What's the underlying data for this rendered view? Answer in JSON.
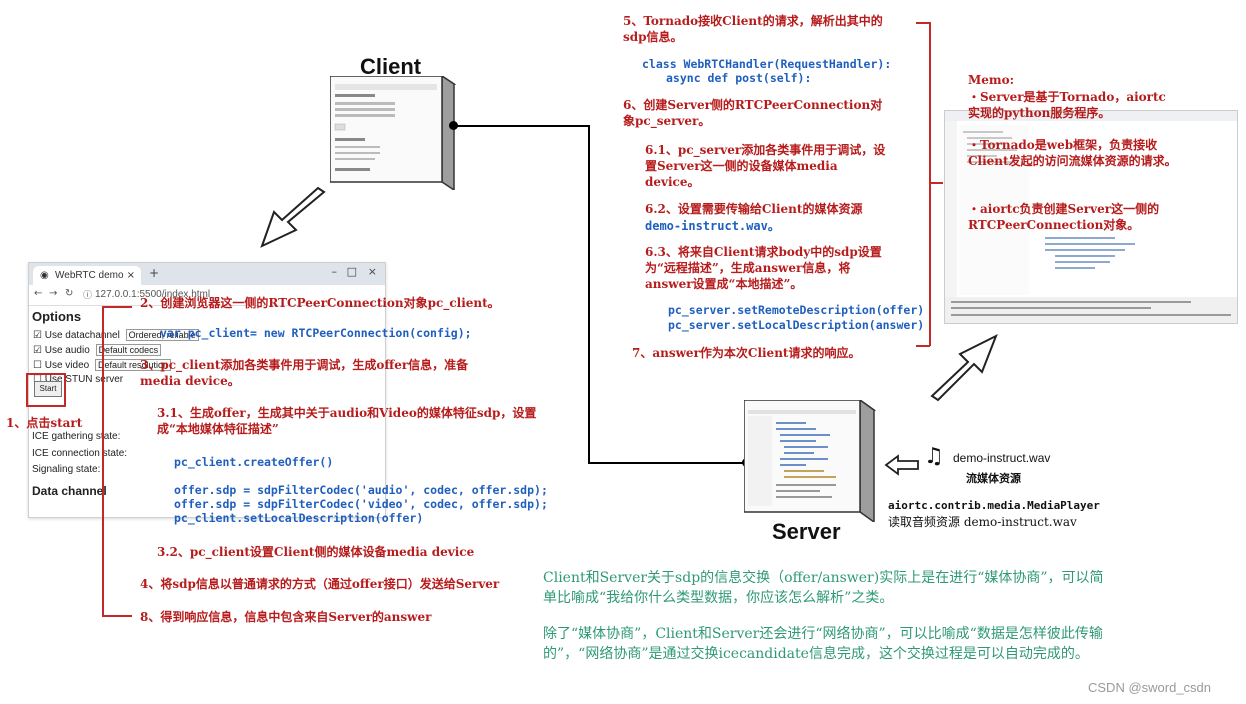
{
  "client_title": "Client",
  "server_title": "Server",
  "browser": {
    "tab_title": "WebRTC demo",
    "address": "127.0.0.1:5500/index.html",
    "options_heading": "Options",
    "datachannel_label": "Use datachannel",
    "datachannel_value": "Ordered, reliable",
    "audio_label": "Use audio",
    "audio_value": "Default codecs",
    "video_label": "Use video",
    "video_value": "Default resolution",
    "stun_label": "Use STUN server",
    "start_label": "Start",
    "ice_gathering": "ICE gathering state:",
    "ice_connection": "ICE connection state:",
    "signaling": "Signaling state:",
    "data_channel_heading": "Data channel"
  },
  "left_steps": {
    "s1": "1、点击start",
    "s2": "2、创建浏览器这一侧的RTCPeerConnection对象pc_client。",
    "s2_code": "var pc_client= new RTCPeerConnection(config);",
    "s3": "3、pc_client添加各类事件用于调试，生成offer信息，准备media device。",
    "s3_1": "3.1、生成offer，生成其中关于audio和Video的媒体特征sdp，设置成“本地媒体特征描述”",
    "code_create_offer": "pc_client.createOffer()",
    "code_filter_audio": "offer.sdp = sdpFilterCodec('audio', codec, offer.sdp);",
    "code_filter_video": "offer.sdp = sdpFilterCodec('video', codec, offer.sdp);",
    "code_set_local": "pc_client.setLocalDescription(offer)",
    "s3_2": "3.2、pc_client设置Client侧的媒体设备media device",
    "s4": "4、将sdp信息以普通请求的方式（通过offer接口）发送给Server",
    "s8": "8、得到响应信息，信息中包含来自Server的answer"
  },
  "right_steps": {
    "s5": "5、Tornado接收Client的请求，解析出其中的sdp信息。",
    "code_class": "class WebRTCHandler(RequestHandler):",
    "code_post": "async def post(self):",
    "s6": "6、创建Server侧的RTCPeerConnection对象pc_server。",
    "s6_1": "6.1、pc_server添加各类事件用于调试，设置Server这一侧的设备媒体media device。",
    "s6_2_a": "6.2、设置需要传输给Client的媒体资源",
    "s6_2_b": "demo-instruct.wav。",
    "s6_3": "6.3、将来自Client请求body中的sdp设置为“远程描述”，生成answer信息，将answer设置成“本地描述”。",
    "code_remote": "pc_server.setRemoteDescription(offer)",
    "code_local": "pc_server.setLocalDescription(answer)",
    "s7": "7、answer作为本次Client请求的响应。"
  },
  "memo": {
    "title": "Memo:",
    "line1": "・Server是基于Tornado，aiortc实现的python服务程序。",
    "line2": "・Tornado是web框架，负责接收Client发起的访问流媒体资源的请求。",
    "line3": "・aiortc负责创建Server这一侧的RTCPeerConnection对象。"
  },
  "media": {
    "file": "demo-instruct.wav",
    "resource": "流媒体资源",
    "player": "aiortc.contrib.media.MediaPlayer",
    "reading": "读取音频资源 demo-instruct.wav"
  },
  "notes": {
    "p1": "Client和Server关于sdp的信息交换（offer/answer)实际上是在进行“媒体协商”，可以简单比喻成“我给你什么类型数据，你应该怎么解析”之类。",
    "p2": "除了“媒体协商”，Client和Server还会进行“网络协商”，可以比喻成“数据是怎样彼此传输的”，“网络协商”是通过交换icecandidate信息完成，这个交换过程是可以自动完成的。"
  },
  "watermark": "CSDN @sword_csdn",
  "colors": {
    "red": "#b71c1c",
    "blue": "#1f5fbf",
    "green": "#2e9a73"
  }
}
